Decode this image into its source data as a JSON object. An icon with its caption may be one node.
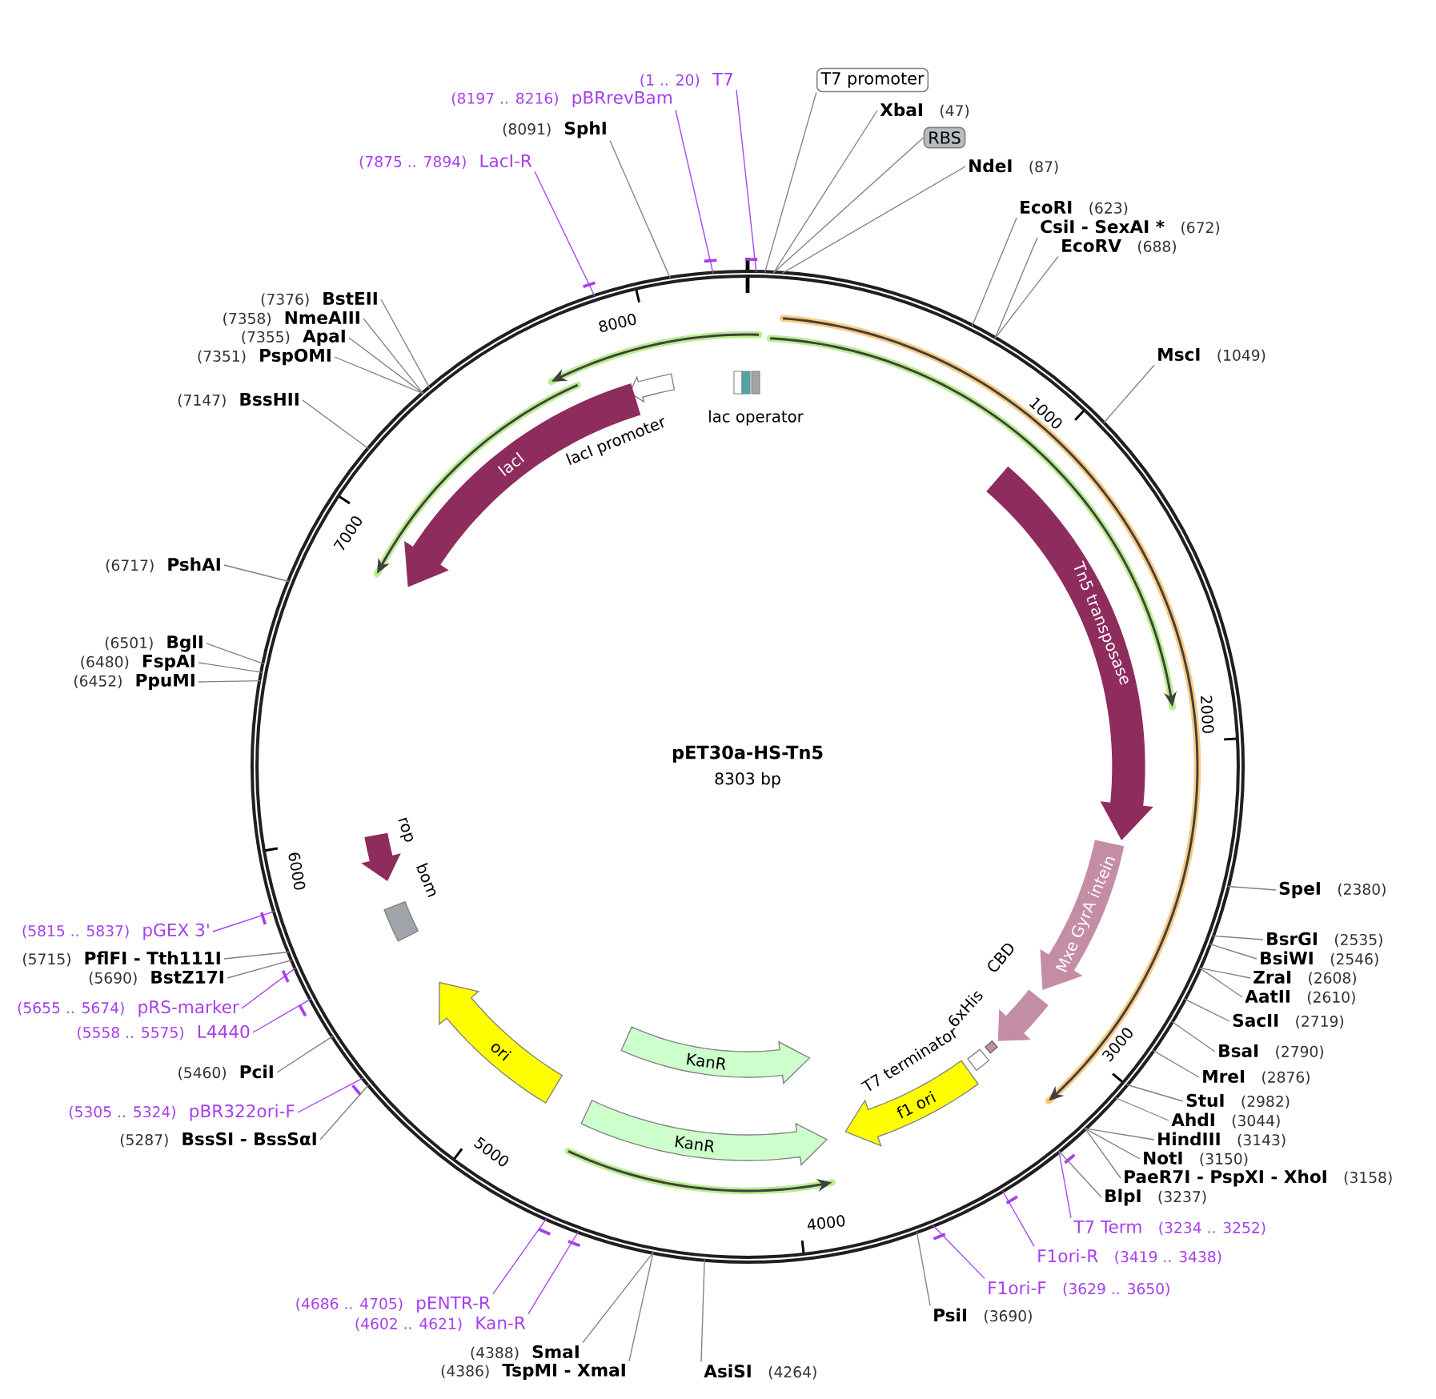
{
  "diagram": {
    "nodes": [
      {
        "text": [
          "pET30a-HS-Tn5",
          "8303 bp"
        ]
      },
      {
        "text": [
          "lac operator"
        ],
        "in": 0
      },
      {
        "text": [
          "lacI promoter"
        ],
        "in": 0
      },
      {
        "text": [
          "lacI"
        ],
        "in": 0
      },
      {
        "text": [
          "Tn5 transposase"
        ],
        "in": 0
      },
      {
        "text": [
          "Mxe GyrA intein"
        ],
        "in": 0
      },
      {
        "text": [
          "CBD"
        ],
        "in": 0
      },
      {
        "text": [
          "6xHis"
        ],
        "in": 0
      },
      {
        "text": [
          "T7 terminator"
        ],
        "in": 0
      },
      {
        "text": [
          "f1 ori"
        ],
        "in": 0
      },
      {
        "text": [
          "KanR"
        ],
        "in": 0
      },
      {
        "text": [
          "KanR"
        ],
        "in": 0
      },
      {
        "text": [
          "ori"
        ],
        "in": 0
      },
      {
        "text": [
          "rop"
        ],
        "in": 0
      },
      {
        "text": [
          "bom"
        ],
        "in": 0
      },
      {
        "text": [
          "(1 .. 20)",
          "T7"
        ]
      },
      {
        "text": [
          "T7 promoter"
        ]
      },
      {
        "text": [
          "XbaI",
          "(47)"
        ]
      },
      {
        "text": [
          "RBS"
        ]
      },
      {
        "text": [
          "NdeI",
          "(87)"
        ]
      },
      {
        "text": [
          "EcoRI",
          "(623)"
        ]
      },
      {
        "text": [
          "CsiI - SexAI *",
          "(672)"
        ]
      },
      {
        "text": [
          "EcoRV",
          "(688)"
        ]
      },
      {
        "text": [
          "MscI",
          "(1049)"
        ]
      },
      {
        "text": [
          "SpeI",
          "(2380)"
        ]
      },
      {
        "text": [
          "BsrGI",
          "(2535)"
        ]
      },
      {
        "text": [
          "BsiWI",
          "(2546)"
        ]
      },
      {
        "text": [
          "ZraI",
          "(2608)"
        ]
      },
      {
        "text": [
          "AatII",
          "(2610)"
        ]
      },
      {
        "text": [
          "SacII",
          "(2719)"
        ]
      },
      {
        "text": [
          "BsaI",
          "(2790)"
        ]
      },
      {
        "text": [
          "MreI",
          "(2876)"
        ]
      },
      {
        "text": [
          "StuI",
          "(2982)"
        ]
      },
      {
        "text": [
          "AhdI",
          "(3044)"
        ]
      },
      {
        "text": [
          "HindIII",
          "(3143)"
        ]
      },
      {
        "text": [
          "NotI",
          "(3150)"
        ]
      },
      {
        "text": [
          "PaeR7I - PspXI - XhoI",
          "(3158)"
        ]
      },
      {
        "text": [
          "BlpI",
          "(3237)"
        ]
      },
      {
        "text": [
          "T7 Term",
          "(3234 .. 3252)"
        ]
      },
      {
        "text": [
          "F1ori-R",
          "(3419 .. 3438)"
        ]
      },
      {
        "text": [
          "F1ori-F",
          "(3629 .. 3650)"
        ]
      },
      {
        "text": [
          "PsiI",
          "(3690)"
        ]
      },
      {
        "text": [
          "AsiSI",
          "(4264)"
        ]
      },
      {
        "text": [
          "(4386)",
          "TspMI - XmaI"
        ]
      },
      {
        "text": [
          "(4388)",
          "SmaI"
        ]
      },
      {
        "text": [
          "(4602 .. 4621)",
          "Kan-R"
        ]
      },
      {
        "text": [
          "(4686 .. 4705)",
          "pENTR-R"
        ]
      },
      {
        "text": [
          "(5287)",
          "BssSI - BssSαI"
        ]
      },
      {
        "text": [
          "(5305 .. 5324)",
          "pBR322ori-F"
        ]
      },
      {
        "text": [
          "(5460)",
          "PciI"
        ]
      },
      {
        "text": [
          "(5558 .. 5575)",
          "L4440"
        ]
      },
      {
        "text": [
          "(5655 .. 5674)",
          "pRS-marker"
        ]
      },
      {
        "text": [
          "(5690)",
          "BstZ17I"
        ]
      },
      {
        "text": [
          "(5715)",
          "PflFI - Tth111I"
        ]
      },
      {
        "text": [
          "(5815 .. 5837)",
          "pGEX 3'"
        ]
      },
      {
        "text": [
          "(6452)",
          "PpuMI"
        ]
      },
      {
        "text": [
          "(6480)",
          "FspAI"
        ]
      },
      {
        "text": [
          "(6501)",
          "BglI"
        ]
      },
      {
        "text": [
          "(6717)",
          "PshAI"
        ]
      },
      {
        "text": [
          "(7147)",
          "BssHII"
        ]
      },
      {
        "text": [
          "(7351)",
          "PspOMI"
        ]
      },
      {
        "text": [
          "(7355)",
          "ApaI"
        ]
      },
      {
        "text": [
          "(7358)",
          "NmeAIII"
        ]
      },
      {
        "text": [
          "(7376)",
          "BstEII"
        ]
      },
      {
        "text": [
          "(7875 .. 7894)",
          "LacI-R"
        ]
      },
      {
        "text": [
          "(8091)",
          "SphI"
        ]
      },
      {
        "text": [
          "(8197 .. 8216)",
          "pBRrevBam"
        ]
      }
    ],
    "edges": [
      {
        "from": 15,
        "to": 0,
        "arrow": "none",
        "color": "#a63ff0"
      },
      {
        "from": 16,
        "to": 0,
        "arrow": "none"
      },
      {
        "from": 17,
        "to": 0,
        "arrow": "none"
      },
      {
        "from": 18,
        "to": 0,
        "arrow": "none"
      },
      {
        "from": 19,
        "to": 0,
        "arrow": "none"
      },
      {
        "from": 20,
        "to": 0,
        "arrow": "none"
      },
      {
        "from": 21,
        "to": 0,
        "arrow": "none"
      },
      {
        "from": 22,
        "to": 0,
        "arrow": "none"
      },
      {
        "from": 23,
        "to": 0,
        "arrow": "none"
      },
      {
        "from": 24,
        "to": 0,
        "arrow": "none"
      },
      {
        "from": 25,
        "to": 0,
        "arrow": "none"
      },
      {
        "from": 26,
        "to": 0,
        "arrow": "none"
      },
      {
        "from": 27,
        "to": 0,
        "arrow": "none"
      },
      {
        "from": 28,
        "to": 0,
        "arrow": "none"
      },
      {
        "from": 29,
        "to": 0,
        "arrow": "none"
      },
      {
        "from": 30,
        "to": 0,
        "arrow": "none"
      },
      {
        "from": 31,
        "to": 0,
        "arrow": "none"
      },
      {
        "from": 32,
        "to": 0,
        "arrow": "none"
      },
      {
        "from": 33,
        "to": 0,
        "arrow": "none"
      },
      {
        "from": 34,
        "to": 0,
        "arrow": "none"
      },
      {
        "from": 35,
        "to": 0,
        "arrow": "none"
      },
      {
        "from": 36,
        "to": 0,
        "arrow": "none"
      },
      {
        "from": 37,
        "to": 0,
        "arrow": "none"
      },
      {
        "from": 38,
        "to": 0,
        "arrow": "none",
        "color": "#a63ff0"
      },
      {
        "from": 39,
        "to": 0,
        "arrow": "none",
        "color": "#a63ff0"
      },
      {
        "from": 40,
        "to": 0,
        "arrow": "none",
        "color": "#a63ff0"
      },
      {
        "from": 41,
        "to": 0,
        "arrow": "none"
      },
      {
        "from": 42,
        "to": 0,
        "arrow": "none"
      },
      {
        "from": 43,
        "to": 0,
        "arrow": "none"
      },
      {
        "from": 44,
        "to": 0,
        "arrow": "none"
      },
      {
        "from": 45,
        "to": 0,
        "arrow": "none",
        "color": "#a63ff0"
      },
      {
        "from": 46,
        "to": 0,
        "arrow": "none",
        "color": "#a63ff0"
      },
      {
        "from": 47,
        "to": 0,
        "arrow": "none"
      },
      {
        "from": 48,
        "to": 0,
        "arrow": "none",
        "color": "#a63ff0"
      },
      {
        "from": 49,
        "to": 0,
        "arrow": "none"
      },
      {
        "from": 50,
        "to": 0,
        "arrow": "none",
        "color": "#a63ff0"
      },
      {
        "from": 51,
        "to": 0,
        "arrow": "none",
        "color": "#a63ff0"
      },
      {
        "from": 52,
        "to": 0,
        "arrow": "none"
      },
      {
        "from": 53,
        "to": 0,
        "arrow": "none"
      },
      {
        "from": 54,
        "to": 0,
        "arrow": "none",
        "color": "#a63ff0"
      },
      {
        "from": 55,
        "to": 0,
        "arrow": "none"
      },
      {
        "from": 56,
        "to": 0,
        "arrow": "none"
      },
      {
        "from": 57,
        "to": 0,
        "arrow": "none"
      },
      {
        "from": 58,
        "to": 0,
        "arrow": "none"
      },
      {
        "from": 59,
        "to": 0,
        "arrow": "none"
      },
      {
        "from": 60,
        "to": 0,
        "arrow": "none"
      },
      {
        "from": 61,
        "to": 0,
        "arrow": "none"
      },
      {
        "from": 62,
        "to": 0,
        "arrow": "none"
      },
      {
        "from": 63,
        "to": 0,
        "arrow": "none"
      },
      {
        "from": 64,
        "to": 0,
        "arrow": "none",
        "color": "#a63ff0"
      },
      {
        "from": 65,
        "to": 0,
        "arrow": "none"
      },
      {
        "from": 66,
        "to": 0,
        "arrow": "none",
        "color": "#a63ff0"
      }
    ],
    "labels": [
      "1000",
      "2000",
      "3000",
      "4000",
      "5000",
      "6000",
      "7000",
      "8000"
    ]
  }
}
